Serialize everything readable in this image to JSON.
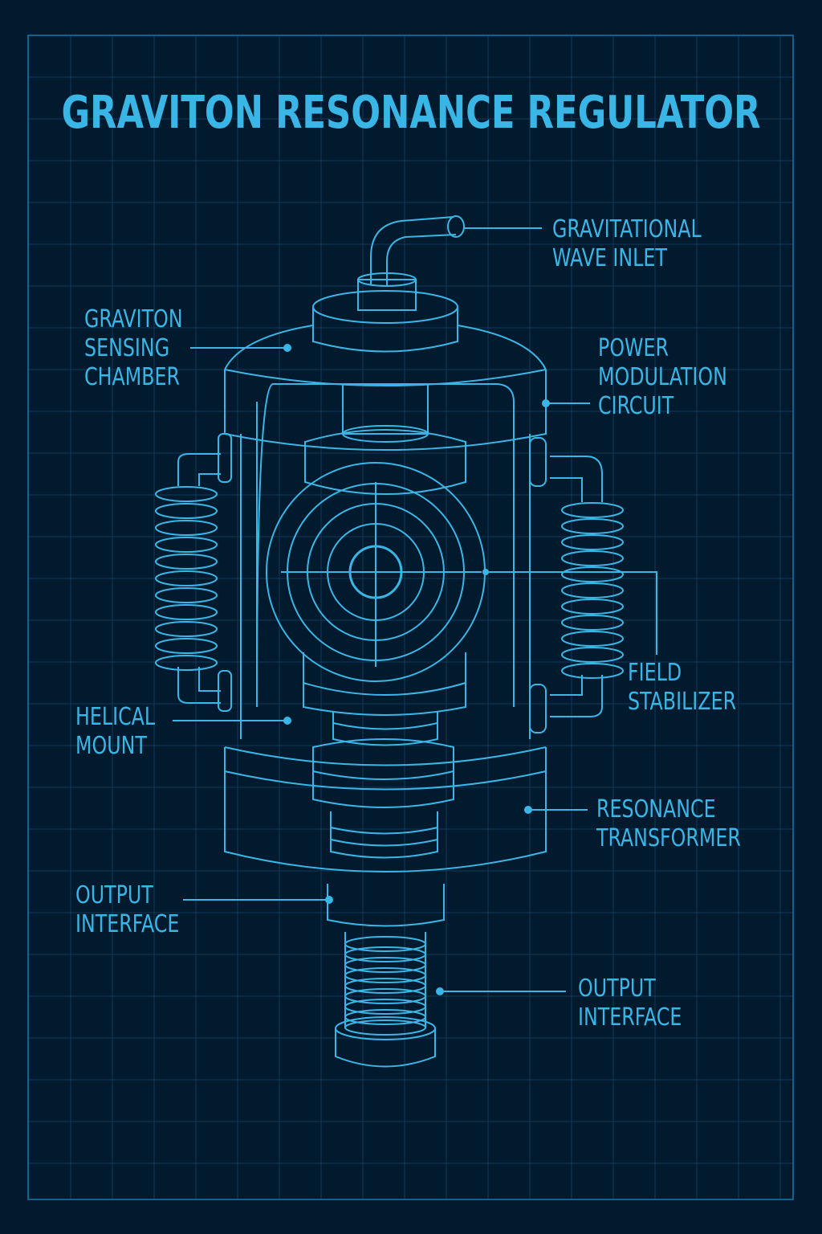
{
  "title": "GRAVITON RESONANCE REGULATOR",
  "colors": {
    "background": "#021a2e",
    "line": "#3ab6e6",
    "grid": "#0d3a5c"
  },
  "labels": {
    "wave_inlet": [
      "GRAVITATIONAL",
      "WAVE INLET"
    ],
    "sensing_chamber": [
      "GRAVITON",
      "SENSING",
      "CHAMBER"
    ],
    "power_modulation": [
      "POWER",
      "MODULATION",
      "CIRCUIT"
    ],
    "field_stabilizer": [
      "FIELD",
      "STABILIZER"
    ],
    "helical_mount": [
      "HELICAL",
      "MOUNT"
    ],
    "resonance_transformer": [
      "RESONANCE",
      "TRANSFORMER"
    ],
    "output_interface_left": [
      "OUTPUT",
      "INTERFACE"
    ],
    "output_interface_right": [
      "OUTPUT",
      "INTERFACE"
    ]
  }
}
